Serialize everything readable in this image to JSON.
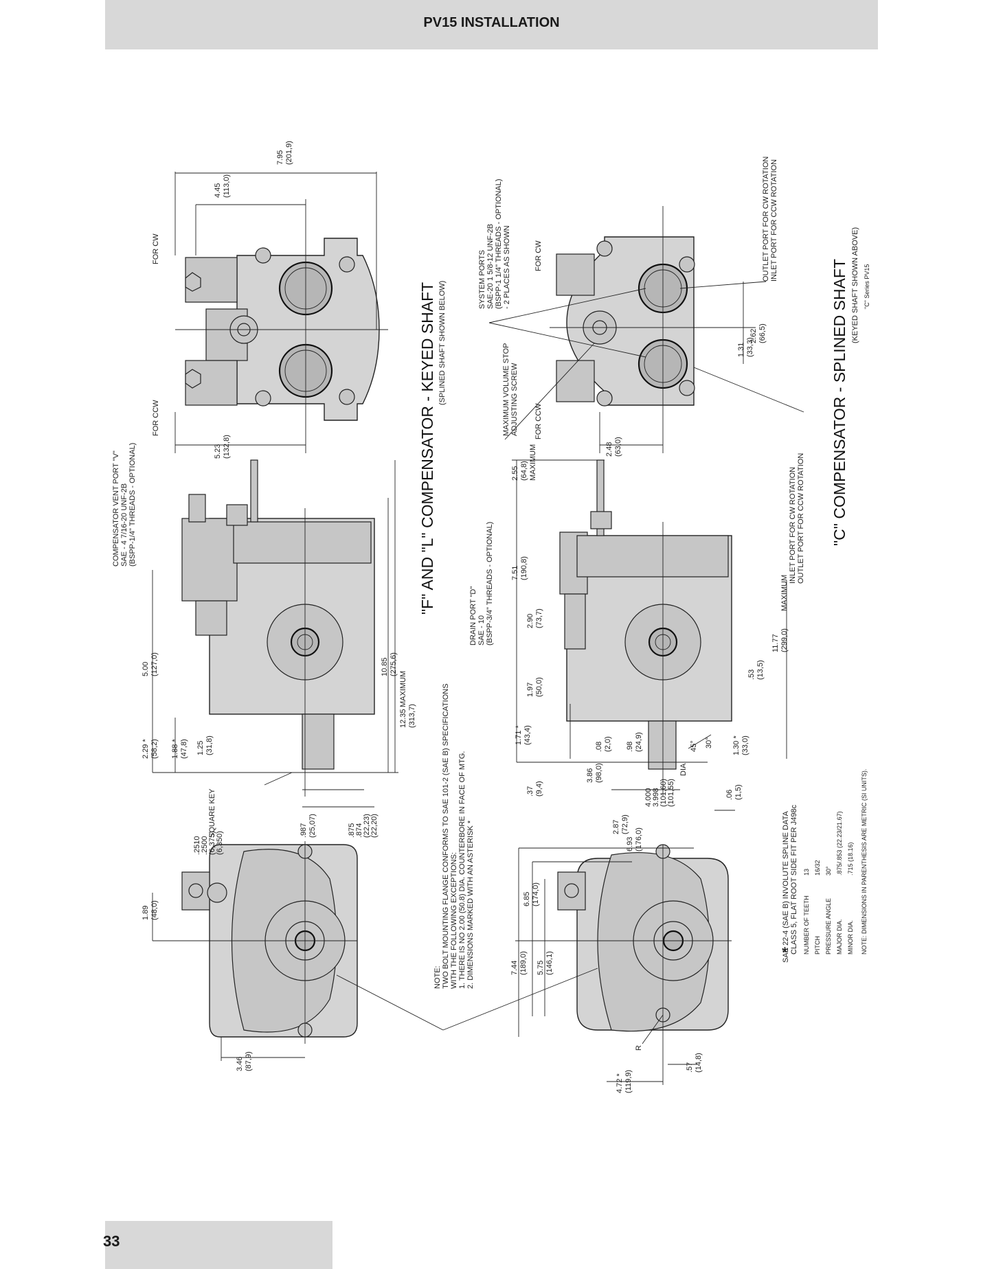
{
  "header": {
    "title": "PV15 INSTALLATION"
  },
  "footer": {
    "page_number": "33"
  },
  "sections": {
    "f_l": {
      "title": "\"F\" AND \"L\" COMPENSATOR - KEYED SHAFT",
      "subtitle": "(SPLINED SHAFT SHOWN BELOW)"
    },
    "c": {
      "title": "\"C\" COMPENSATOR - SPLINED SHAFT",
      "subtitle": "(KEYED SHAFT SHOWN ABOVE)",
      "series": "\"C\" Series PV15"
    }
  },
  "callouts": {
    "vent_port": [
      "COMPENSATOR VENT PORT \"V\"",
      "SAE - 4  7/16-20 UNF-2B",
      "(BSPP-1/4\" THREADS - OPTIONAL)"
    ],
    "square_key": "SQUARE KEY",
    "for_cw": "FOR CW",
    "for_ccw": "FOR CCW",
    "system_ports": [
      "SYSTEM PORTS",
      "SAE-20  1 5/8-12 UNF-2B",
      "(BSPP-1 1/4\" THREADS - OPTIONAL)",
      "- 2 PLACES AS SHOWN"
    ],
    "max_volume_stop": [
      "MAXIMUM VOLUME STOP",
      "ADJUSTING SCREW"
    ],
    "drain_port": [
      "DRAIN PORT \"D\"",
      "SAE - 10",
      "(BSPP-3/4\" THREADS - OPTIONAL)"
    ],
    "outlet_inlet": [
      "OUTLET PORT FOR CW ROTATION",
      "INLET PORT FOR CCW ROTATION"
    ],
    "inlet_outlet": [
      "INLET PORT FOR CW ROTATION",
      "OUTLET PORT FOR CCW ROTATION"
    ],
    "r_label": "R",
    "dia_label": "DIA."
  },
  "note": [
    "NOTE:",
    "TWO BOLT MOUNTING FLANGE CONFORMS TO SAE 101-2 (SAE B) SPECIFICATIONS",
    "WITH THE FOLLOWING EXCEPTIONS:",
    "1. THERE IS NO 2.00 (50.8) DIA. COUNTERBORE IN FACE OF MTG.",
    "2. DIMENSIONS MARKED WITH AN ASTERISK *"
  ],
  "spline": {
    "title": [
      "SAE 22-4 (SAE B) INVOLUTE SPLINE DATA",
      "CLASS 5, FLAT ROOT SIDE FIT PER J498c"
    ],
    "rows": [
      {
        "label": "NUMBER OF TEETH",
        "value": "13"
      },
      {
        "label": "PITCH",
        "value": "16/32"
      },
      {
        "label": "PRESSURE ANGLE",
        "value": "30°"
      },
      {
        "label": "MAJOR DIA.",
        "value": ".875/.853 (22.23/21.67)"
      },
      {
        "label": "MINOR DIA.",
        "value": ".715 (18.16)"
      }
    ],
    "metric_note": "NOTE: DIMENSIONS IN PARENTHESIS ARE METRIC (SI UNITS)."
  },
  "dims": {
    "d795": {
      "a": "7.95",
      "b": "(201,9)"
    },
    "d445": {
      "a": "4.45",
      "b": "(113,0)"
    },
    "d523": {
      "a": "5.23",
      "b": "(132,8)"
    },
    "d500": {
      "a": "5.00",
      "b": "(127,0)"
    },
    "d1085": {
      "a": "10.85",
      "b": "(275,6)"
    },
    "d1235": {
      "a": "12.35",
      "b": "(313,7)",
      "c": "MAXIMUM"
    },
    "d229": {
      "a": "2.29 *",
      "b": "(58,2)"
    },
    "d188": {
      "a": "1.88 *",
      "b": "(47,8)"
    },
    "d125": {
      "a": "1.25",
      "b": "(31,8)"
    },
    "d987": {
      "a": ".987",
      "b": "(25,07)"
    },
    "d875": {
      "a": ".875",
      "b": ".874",
      "c": "(22,23)",
      "d": "(22,20)"
    },
    "d2510": {
      "a": ".2510",
      "b": ".2500",
      "c": "(6,375)",
      "d": "(6,350)"
    },
    "d189": {
      "a": "1.89",
      "b": "(48,0)"
    },
    "d346": {
      "a": "3.46",
      "b": "(87,9)"
    },
    "d262": {
      "a": "2.62",
      "b": "(66,5)"
    },
    "d131": {
      "a": "1.31",
      "b": "(33,3)"
    },
    "d248": {
      "a": "2.48",
      "b": "(63,0)"
    },
    "d255": {
      "a": "2.55",
      "b": "(64,8)",
      "c": "MAXIMUM"
    },
    "d751": {
      "a": "7.51",
      "b": "(190,8)"
    },
    "d290": {
      "a": "2.90",
      "b": "(73,7)"
    },
    "d197": {
      "a": "1.97",
      "b": "(50,0)"
    },
    "d171": {
      "a": "1.71 *",
      "b": "(43,4)"
    },
    "d037": {
      "a": ".37",
      "b": "(9,4)"
    },
    "d386": {
      "a": "3.86",
      "b": "(98,0)"
    },
    "d008": {
      "a": ".08",
      "b": "(2,0)"
    },
    "d098": {
      "a": ".98",
      "b": "(24,9)"
    },
    "d4000": {
      "a": "4.000",
      "b": "3.998",
      "c": "(101,60)",
      "d": "(101,55)"
    },
    "d1177": {
      "a": "11.77",
      "b": "(299,0)",
      "c": "MAXIMUM"
    },
    "d053": {
      "a": ".53",
      "b": "(13,5)"
    },
    "d130": {
      "a": "1.30 *",
      "b": "(33,0)"
    },
    "d006": {
      "a": ".06",
      "b": "(1,5)"
    },
    "ang45": "45°",
    "ang30": "30°",
    "d693": {
      "a": "6.93",
      "b": "(176,0)"
    },
    "d287": {
      "a": "2.87",
      "b": "(72,9)"
    },
    "d685": {
      "a": "6.85",
      "b": "(174,0)"
    },
    "d744": {
      "a": "7.44",
      "b": "(189,0)"
    },
    "d575": {
      "a": "5.75",
      "b": "(146,1)"
    },
    "d472": {
      "a": "4.72 *",
      "b": "(119,9)"
    },
    "d057": {
      "a": ".57",
      "b": "(14,8)"
    }
  }
}
